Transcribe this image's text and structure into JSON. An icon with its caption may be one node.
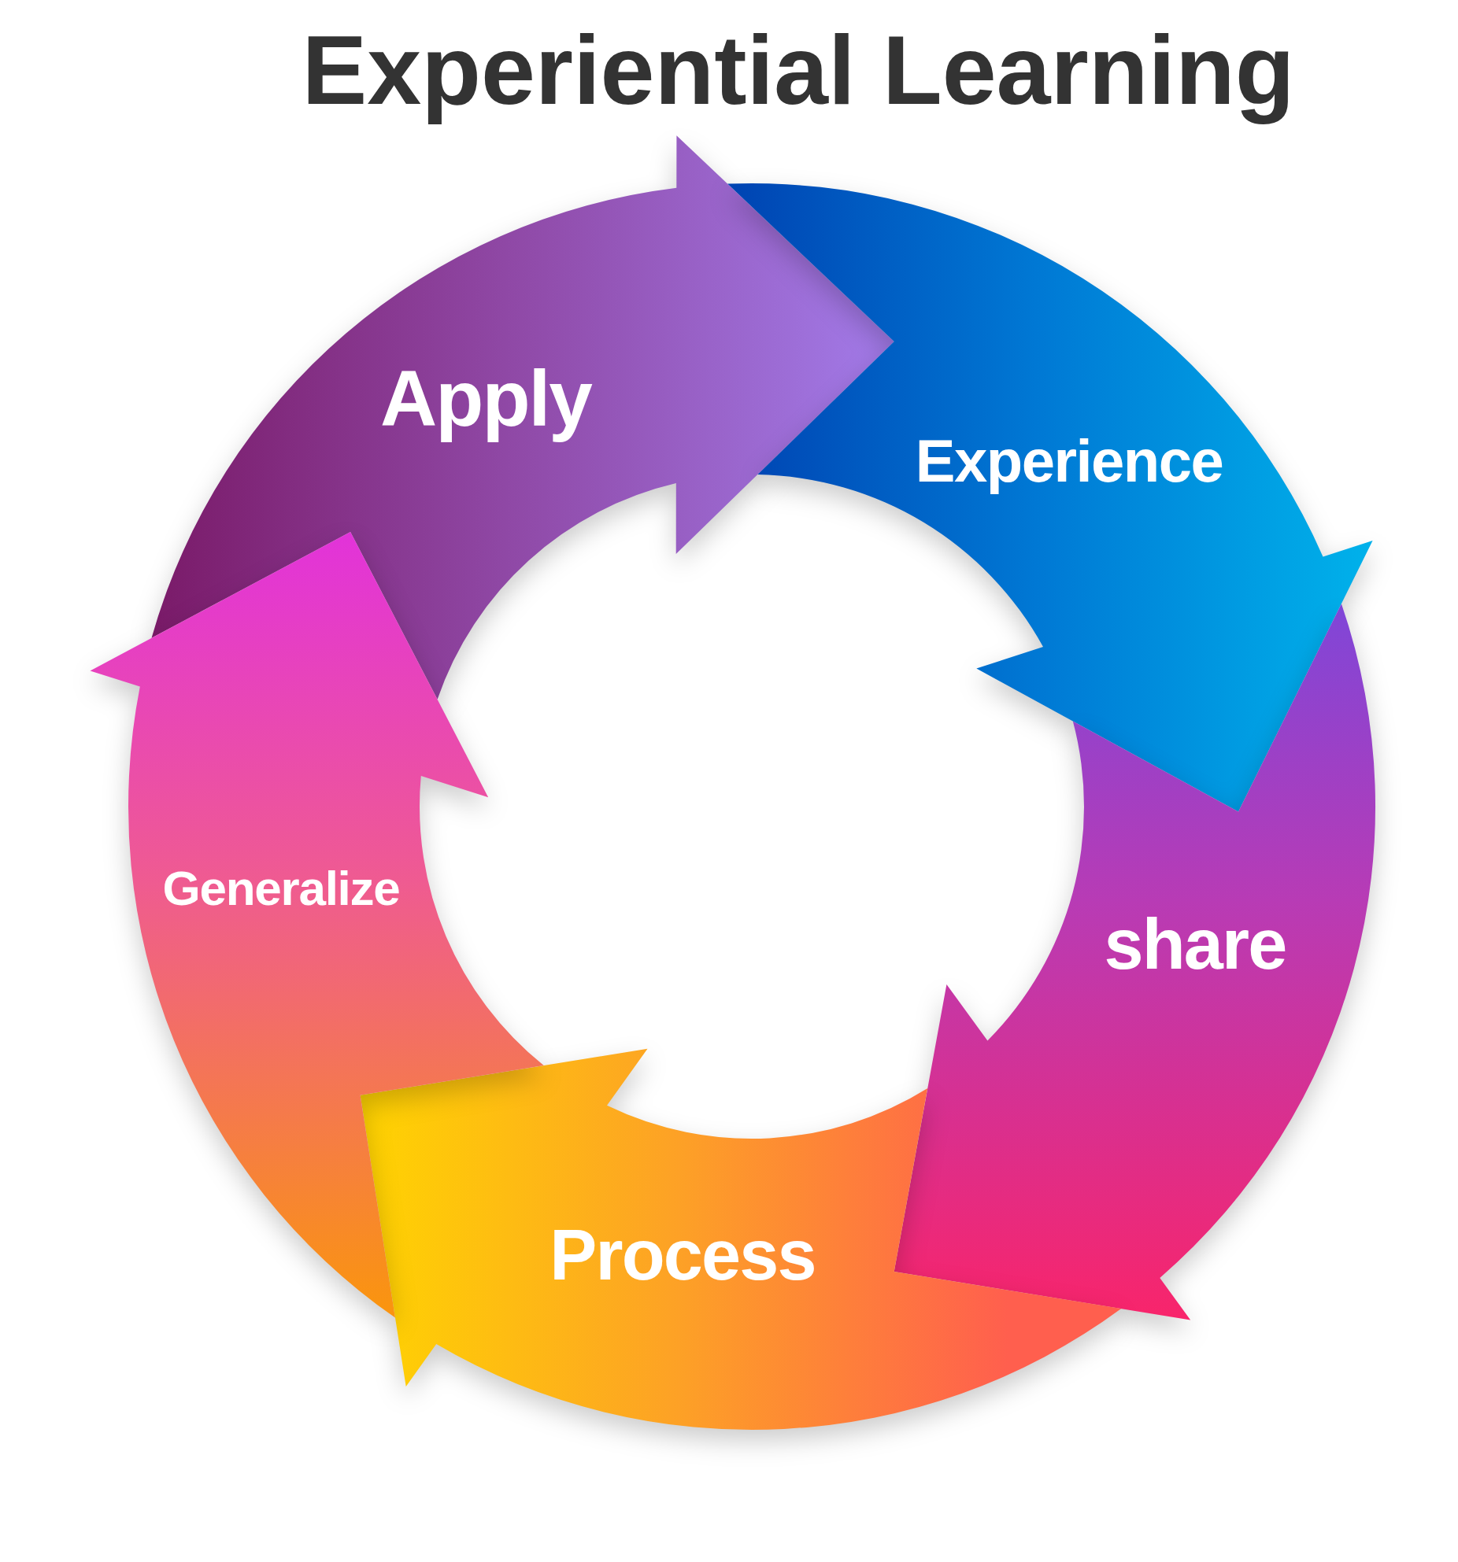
{
  "diagram": {
    "title": "Experiential Learning",
    "nodes": [
      {
        "text": [
          "Apply"
        ]
      },
      {
        "text": [
          "Experience"
        ]
      },
      {
        "text": [
          "share"
        ]
      },
      {
        "text": [
          "Process"
        ]
      },
      {
        "text": [
          "Generalize"
        ]
      }
    ]
  }
}
